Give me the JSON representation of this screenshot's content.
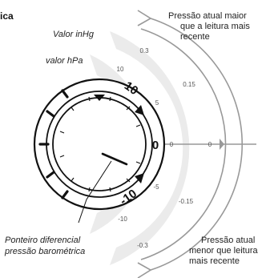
{
  "header_fragment": "ica",
  "labels": {
    "inhg_title": "Valor inHg",
    "hpa_title": "valor hPa",
    "pointer_line1": "Ponteiro diferencial",
    "pointer_line2": "pressão barométrica"
  },
  "notes": {
    "higher": [
      "Pressão atual maior",
      "que a leitura mais",
      "recente"
    ],
    "lower": [
      "Pressão atual",
      "menor que leitura",
      "mais recente"
    ]
  },
  "dial_numbers": {
    "plus10": "10",
    "zero": "0",
    "minus10": "-10"
  },
  "hpa_scale": [
    "10",
    "5",
    "0",
    "-5",
    "-10"
  ],
  "inhg_scale": [
    "0.3",
    "0.15",
    "0",
    "-0.15",
    "-0.3"
  ],
  "colors": {
    "band": "#ebebeb",
    "arrow": "#999999",
    "ink": "#111111",
    "text_gray": "#555555"
  }
}
